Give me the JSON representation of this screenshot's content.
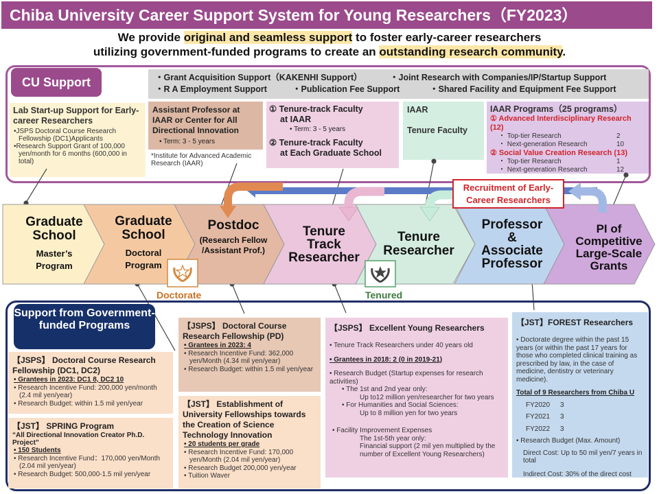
{
  "title": "Chiba University Career Support System for Young Researchers（FY2023）",
  "subtitle": {
    "l1_a": "We provide ",
    "l1_hl": "original and seamless support",
    "l1_b": " to foster early-career researchers",
    "l2_a": "utilizing government-funded programs to create an ",
    "l2_hl": "outstanding research community",
    "l2_b": "."
  },
  "cu_support": {
    "label": "CU Support",
    "grey_items": [
      "・Grant Acquisition Support（KAKENHI Support）",
      "・Joint Research with Companies/IP/Startup Support",
      "・R A  Employment Support",
      "・Publication Fee Support",
      "・Shared Facility and Equipment Fee Support"
    ],
    "lab": {
      "heading": "Lab Start-up Support for Early-career Researchers",
      "items": [
        "•JSPS Doctoral Course Research Fellowship (DC1)Applicants",
        "•Research Support Grant of 100,000 yen/month for 6 months (600,000 in total)"
      ]
    },
    "ap": {
      "heading": "Assistant Professor at IAAR or Center for All Directional Innovation",
      "term": "•    Term:  3 - 5 years",
      "note": "*Institute for Advanced Academic Research (IAAR)"
    },
    "tt": {
      "l1": "① Tenure-track Faculty",
      "l1b": "at IAAR",
      "term": "•    Term:  3 - 5 years",
      "l2": "② Tenure-track Faculty",
      "l2b": "at Each Graduate School"
    },
    "iaar": {
      "l1": "IAAR",
      "l2": "Tenure Faculty"
    },
    "programs": {
      "heading": "IAAR Programs（25 programs）",
      "p1": "① Advanced Interdisciplinary Research (12)",
      "p1_rows": [
        {
          "name": "・ Top-tier Research",
          "val": "2"
        },
        {
          "name": "・ Next-generation Research",
          "val": "10"
        }
      ],
      "p2": "② Social Value Creation Research (13)",
      "p2_rows": [
        {
          "name": "・ Top-tier Research",
          "val": "1"
        },
        {
          "name": "・ Next-generation Research",
          "val": "12"
        }
      ]
    }
  },
  "recruitment": "Recruitment of Early-Career Researchers",
  "stages": [
    {
      "name": "graduate-school-masters",
      "l1": "Graduate",
      "l2": "School",
      "sub1": "Master’s",
      "sub2": "Program",
      "color": "#fdf0c8"
    },
    {
      "name": "graduate-school-doctoral",
      "l1": "Graduate",
      "l2": "School",
      "sub1": "Doctoral",
      "sub2": "Program",
      "color": "#f4c9a2"
    },
    {
      "name": "postdoc",
      "l1": "Postdoc",
      "sub1": "(Research Fellow",
      "sub2": "/Assistant Prof.)",
      "color": "#e4b9a4"
    },
    {
      "name": "tenure-track-researcher",
      "l1": "Tenure",
      "l2": "Track",
      "l3": "Researcher",
      "color": "#ebc6dd"
    },
    {
      "name": "tenure-researcher",
      "l1": "Tenure",
      "l2": "Researcher",
      "color": "#d3ecdf"
    },
    {
      "name": "professor",
      "l1": "Professor",
      "l2": "&",
      "l3": "Associate",
      "l4": "Professor",
      "color": "#bdd4ee"
    },
    {
      "name": "pi",
      "l1": "PI of",
      "l2": "Competitive",
      "l3": "Large-Scale",
      "l4": "Grants",
      "color": "#cfa8dc"
    }
  ],
  "labels": {
    "doctorate": "Doctorate",
    "tenured": "Tenured"
  },
  "gov": {
    "label": "Support from Government-funded Programs",
    "dc": {
      "heading": "【JSPS】 Doctoral Course Research Fellowship (DC1, DC2)",
      "items": [
        "•  Grantees in 2023:  DC1 8,  DC2 10",
        "•  Research Incentive Fund: 200,000 yen/month (2.4 mil yen/year)",
        "•  Research Budget: within 1.5 mil yen/year"
      ]
    },
    "spring": {
      "heading": "【JST】 SPRING Program",
      "subheading": "“All Directional Innovation Creator Ph.D. Project”",
      "items": [
        "•  150 Students",
        "•  Research Incentive Fund：170,000 yen/Month (2.04 mil yen/year)",
        "•  Research Budget: 500,000-1.5 mil yen/year"
      ]
    },
    "pd": {
      "heading": "【JSPS】 Doctoral Course Research Fellowship (PD)",
      "items": [
        "•  Grantees in 2023: 4",
        "•  Research Incentive Fund: 362,000 yen/Month (4.34 mil yen/year)",
        "•  Research Budget: within 1.5 mil yen/year"
      ]
    },
    "jst_est": {
      "heading": "【JST】 Establishment of University Fellowships towards the Creation of Science Technology Innovation",
      "items": [
        "•  20 students per grade",
        "•  Research Incentive Fund: 170,000 yen/Month (2.04 mil yen/year)",
        "•  Research Budget    200,000 yen/year",
        "•  Tuition Waver"
      ]
    },
    "eyr": {
      "heading": "【JSPS】 Excellent Young Researchers",
      "p1": "•  Tenure Track Researchers under 40 years old",
      "p2": "•  Grantees in 2018: 2 (0 in 2019-21)",
      "p3": "•  Research Budget (Startup expenses for research activities)",
      "p4": "•  The 1st and 2nd year only:",
      "p5": "Up to12 million yen/researcher for two years",
      "p6": "•  For Humanities and Social Sciences:",
      "p7": "Up to 8 million yen for two years",
      "p8": "•  Facility Improvement Expenses",
      "p9": "The 1st-5th year only:",
      "p10": "Financial support (2 mil yen multiplied by the number of Excellent Young Researchers)"
    },
    "forest": {
      "heading": "【JST】FOREST Researchers",
      "p1": "• Doctorate degree within the past 15 years (or within the past 17 years for those who completed clinical training as prescribed by law, in the case of medicine, dentistry or veterinary medicine).",
      "p2": "Total of 9 Researchers from Chiba U",
      "years": [
        {
          "y": "FY2020",
          "v": "3"
        },
        {
          "y": "FY2021",
          "v": "3"
        },
        {
          "y": "FY2022",
          "v": "3"
        }
      ],
      "p3": "• Research Budget (Max. Amount)",
      "p4": "Direct Cost: Up to 50 mil yen/7 years in total",
      "p5": "Indirect  Cost: 30% of the direct cost"
    }
  },
  "colors": {
    "title_bg": "#9b4a8c",
    "cu_frame": "#a2579a",
    "gov_frame": "#1f2d66",
    "recruit_red": "#d1232a"
  }
}
